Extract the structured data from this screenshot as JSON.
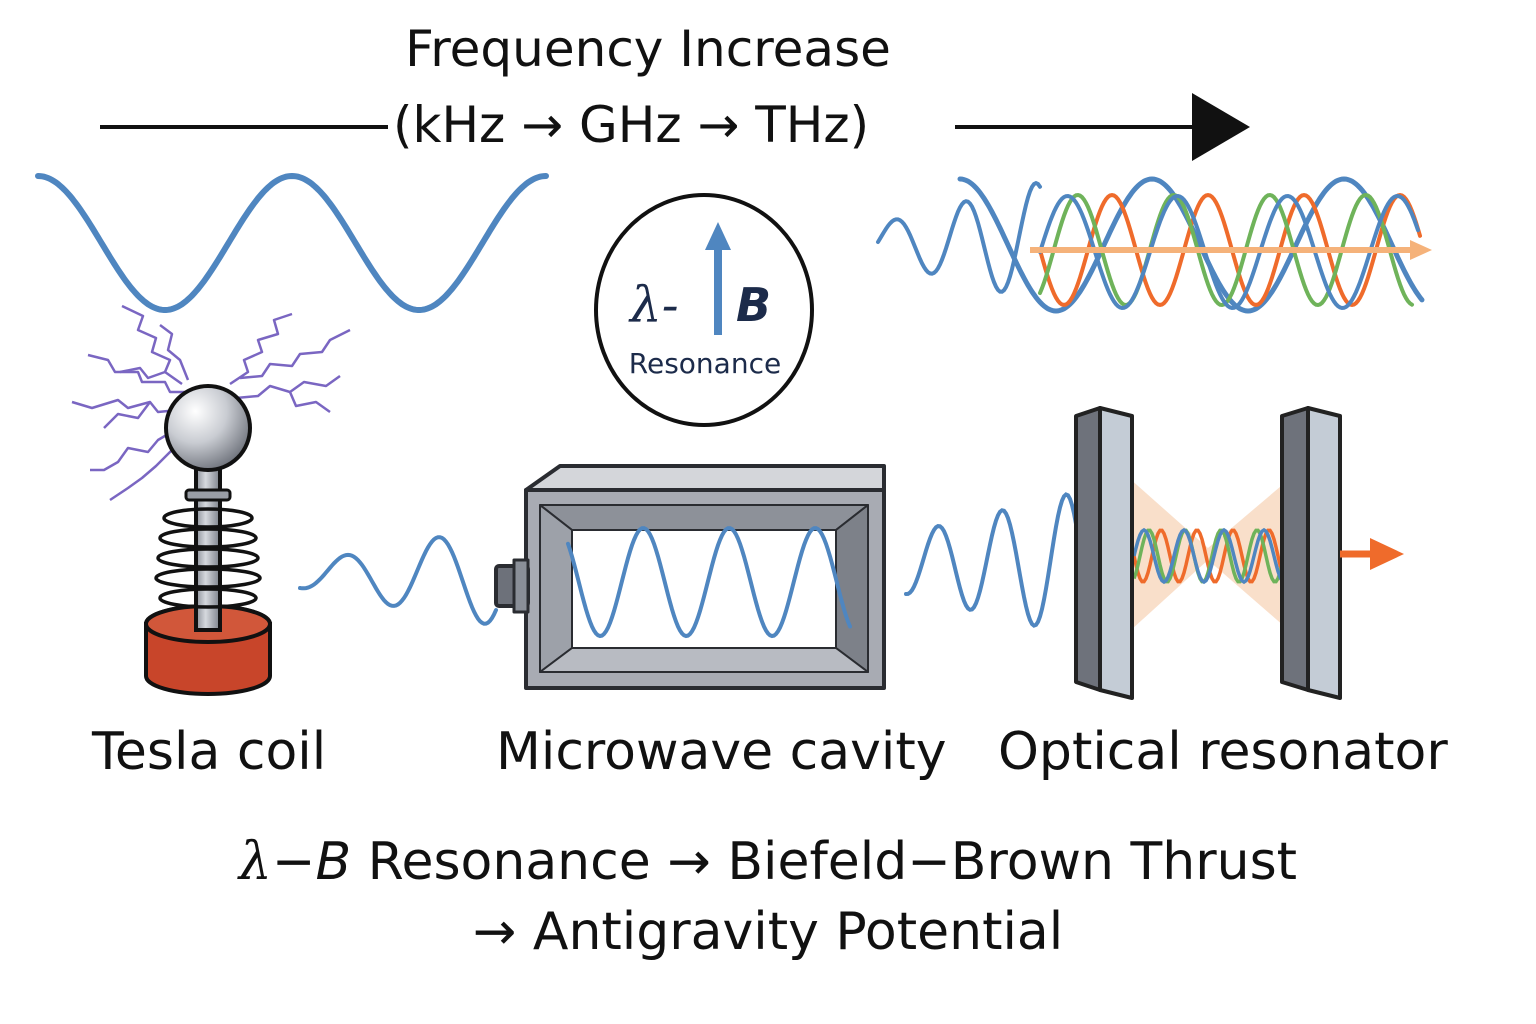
{
  "header": {
    "title_line1": "Frequency Increase",
    "title_line2": "(kHz → GHz → THz)"
  },
  "badge": {
    "lambda": "λ-",
    "b": "B",
    "label": "Resonance"
  },
  "devices": [
    {
      "label": "Tesla coil",
      "icon": "tesla-coil-icon"
    },
    {
      "label": "Microwave cavity",
      "icon": "microwave-cavity-icon"
    },
    {
      "label": "Optical resonator",
      "icon": "optical-resonator-icon"
    }
  ],
  "footer": {
    "lambda": "λ",
    "dash": "−",
    "b": "B",
    "line1_rest": " Resonance → Biefeld−Brown Thrust",
    "line2": "→ Antigravity Potential"
  },
  "colors": {
    "wave_blue": "#4f86c0",
    "wave_orange": "#ef6b2b",
    "wave_green": "#6fb35a",
    "spark_purple": "#7a66c2",
    "coil_base_red": "#c8452a",
    "cavity_gray": "#a8abb3",
    "beam_peach": "#f7d7bd",
    "badge_text_navy": "#1c2b4a"
  }
}
